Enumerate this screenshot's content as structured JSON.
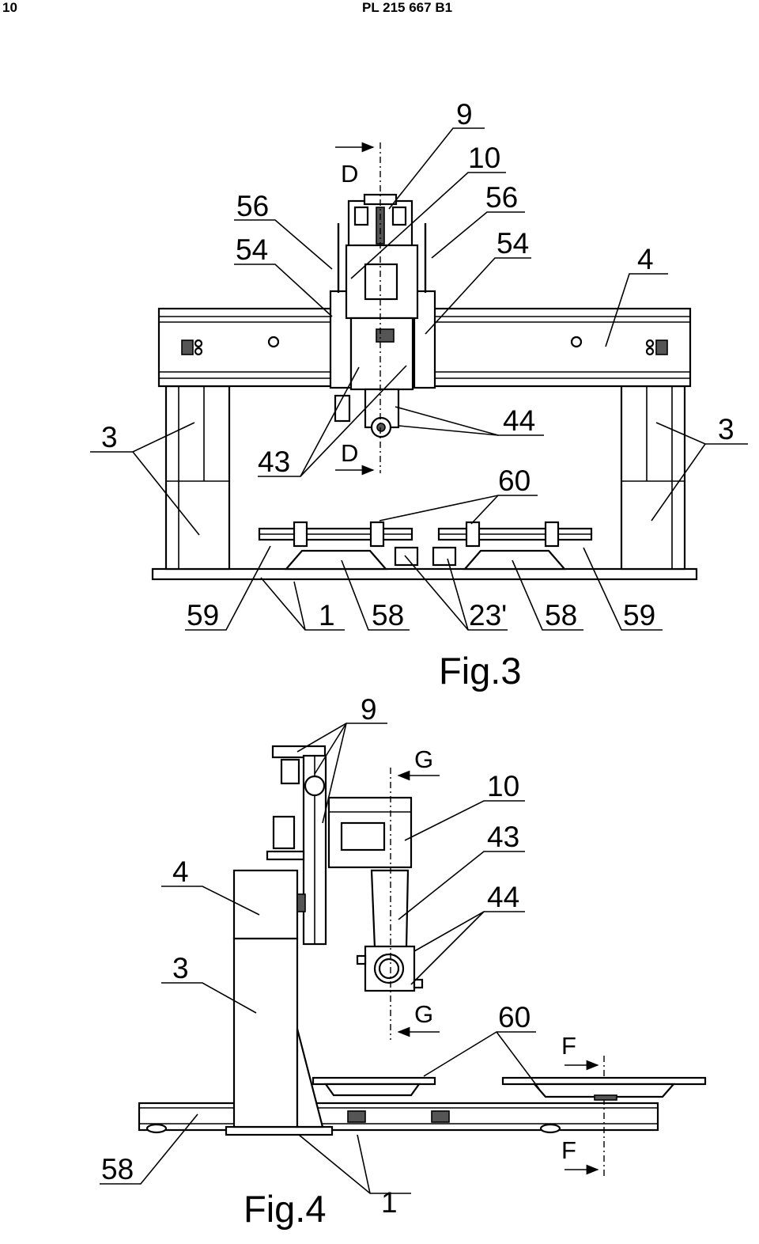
{
  "header": {
    "page_number": "10",
    "patent_id": "PL 215 667 B1"
  },
  "fig3": {
    "caption": "Fig.3",
    "labels": {
      "l9": "9",
      "l10": "10",
      "l56a": "56",
      "l56b": "56",
      "l54a": "54",
      "l54b": "54",
      "l4": "4",
      "l3a": "3",
      "l3b": "3",
      "l43": "43",
      "l44": "44",
      "l60": "60",
      "l59a": "59",
      "l59b": "59",
      "l1": "1",
      "l58a": "58",
      "l58b": "58",
      "l23": "23'"
    },
    "section_D_top": "D",
    "section_D_bottom": "D"
  },
  "fig4": {
    "caption": "Fig.4",
    "labels": {
      "l9": "9",
      "l10": "10",
      "l43": "43",
      "l44": "44",
      "l4": "4",
      "l3": "3",
      "l60": "60",
      "l58": "58",
      "l1": "1"
    },
    "section_G_top": "G",
    "section_G_bottom": "G",
    "section_F_top": "F",
    "section_F_bottom": "F"
  }
}
